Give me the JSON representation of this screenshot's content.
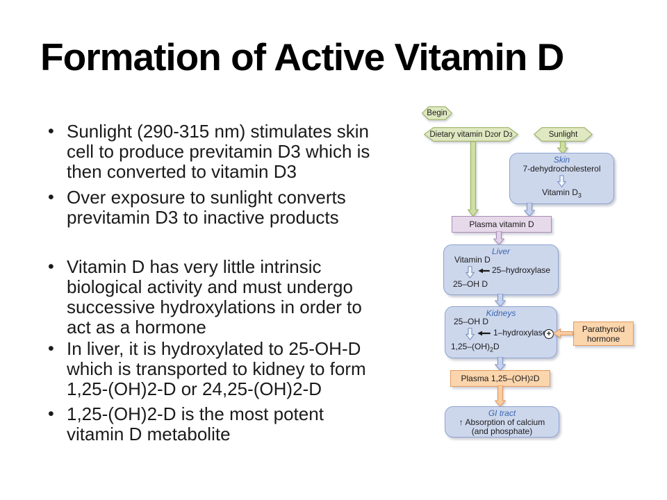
{
  "slide": {
    "title": "Formation of Active Vitamin D",
    "bullet_char": "•",
    "bullets": [
      {
        "lines": [
          "Sunlight (290-315 nm) stimulates skin",
          "cell to produce previtamin D3 which is",
          "then converted to vitamin D3"
        ]
      },
      {
        "lines": [
          "Over exposure to sunlight converts",
          "previtamin D3 to inactive products"
        ]
      },
      {
        "lines": [
          "Vitamin D has very little intrinsic",
          "biological activity and must undergo",
          "successive hydroxylations in order to",
          "act as a hormone"
        ]
      },
      {
        "lines": [
          "In liver, it is hydroxylated to 25-OH-D",
          "which is transported to kidney to form",
          "1,25-(OH)2-D or 24,25-(OH)2-D"
        ]
      },
      {
        "lines": [
          "1,25-(OH)2-D is the most potent",
          "vitamin D metabolite"
        ]
      }
    ]
  },
  "diagram": {
    "begin_label": "Begin",
    "dietary": {
      "pre": "Dietary vitamin D",
      "sub1": "2",
      "mid": " or D",
      "sub2": "3"
    },
    "sunlight_label": "Sunlight",
    "skin": {
      "organ": "Skin",
      "substrate": "7-dehydrocholesterol",
      "product_pre": "Vitamin D",
      "product_sub": "3"
    },
    "plasma_vitamin_d_label": "Plasma vitamin D",
    "liver": {
      "organ": "Liver",
      "substrate": "Vitamin D",
      "enzyme": "25–hydroxylase",
      "product": "25–OH D"
    },
    "kidneys": {
      "organ": "Kidneys",
      "substrate": "25–OH D",
      "enzyme": "1–hydroxylase",
      "stimulation_sign": "+",
      "product_pre": "1,25–(OH)",
      "product_sub": "2",
      "product_post": "D"
    },
    "parathyroid": {
      "line1": "Parathyroid",
      "line2": "hormone"
    },
    "plasma_ohd": {
      "pre": "Plasma 1,25–(OH)",
      "sub": "2",
      "post": "D"
    },
    "gi_tract": {
      "organ": "GI tract",
      "line1": "↑ Absorption of calcium",
      "line2": "(and phosphate)"
    },
    "colors": {
      "hexagon_fill": "#dfe9c1",
      "hexagon_border": "#9db267",
      "green_arrow_fill": "#cedfa3",
      "organ_box_fill": "#cdd7ec",
      "organ_box_border": "#8ea3d0",
      "organ_label_blue": "#3a67ae",
      "blue_arrow_fill": "#c7d2ee",
      "blue_arrow_border": "#8097c8",
      "plasma_box_fill": "#e6d9ea",
      "plasma_box_border": "#a98bb4",
      "orange_box_fill": "#fbd5ac",
      "orange_box_border": "#e19a63"
    }
  }
}
